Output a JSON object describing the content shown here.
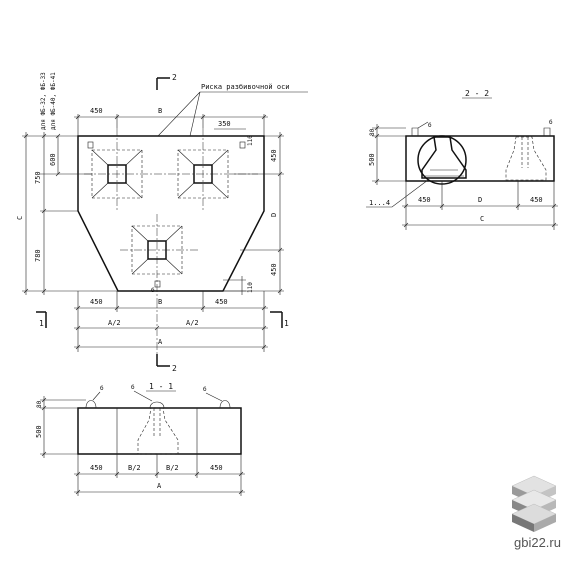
{
  "plan": {
    "dim_450_top": "450",
    "dim_b_top": "B",
    "dim_350": "350",
    "dim_110_top": "110",
    "dim_450_right_top": "450",
    "dim_d_right": "D",
    "dim_450_right_bottom": "450",
    "dim_c_left": "C",
    "dim_750": "750",
    "dim_600": "600",
    "dim_780": "780",
    "dim_110_bottom": "110",
    "dim_450_bl": "450",
    "dim_b_bottom": "B",
    "dim_450_br": "450",
    "dim_a_half_left": "A/2",
    "dim_a_half_right": "A/2",
    "dim_a": "A",
    "section_mark_top": "2",
    "section_mark_bottom": "2",
    "section_mark_left": "1",
    "section_mark_right": "1",
    "leader_axis_label": "Риска разбивочной оси",
    "note_line_1": "для ФБ-32, ФБ-33",
    "note_line_2": "для ФБ-40, ФБ-41",
    "mark_b": "б"
  },
  "section_22": {
    "title": "2 - 2",
    "dim_80": "80",
    "dim_500": "500",
    "dim_450_left": "450",
    "dim_d": "D",
    "dim_450_right": "450",
    "dim_c": "C",
    "callout": "1...4",
    "mark_b_left": "б",
    "mark_b_right": "б"
  },
  "section_11": {
    "title": "1 - 1",
    "dim_80": "80",
    "dim_500": "500",
    "dim_450_left": "450",
    "dim_b_half_left": "B/2",
    "dim_b_half_right": "B/2",
    "dim_450_right": "450",
    "dim_a": "A",
    "mark_b_left": "б",
    "mark_b_mid": "б",
    "mark_b_right": "б"
  },
  "watermark": {
    "site": "gbi22.ru",
    "logo_icon": "stacked-slabs-icon"
  }
}
